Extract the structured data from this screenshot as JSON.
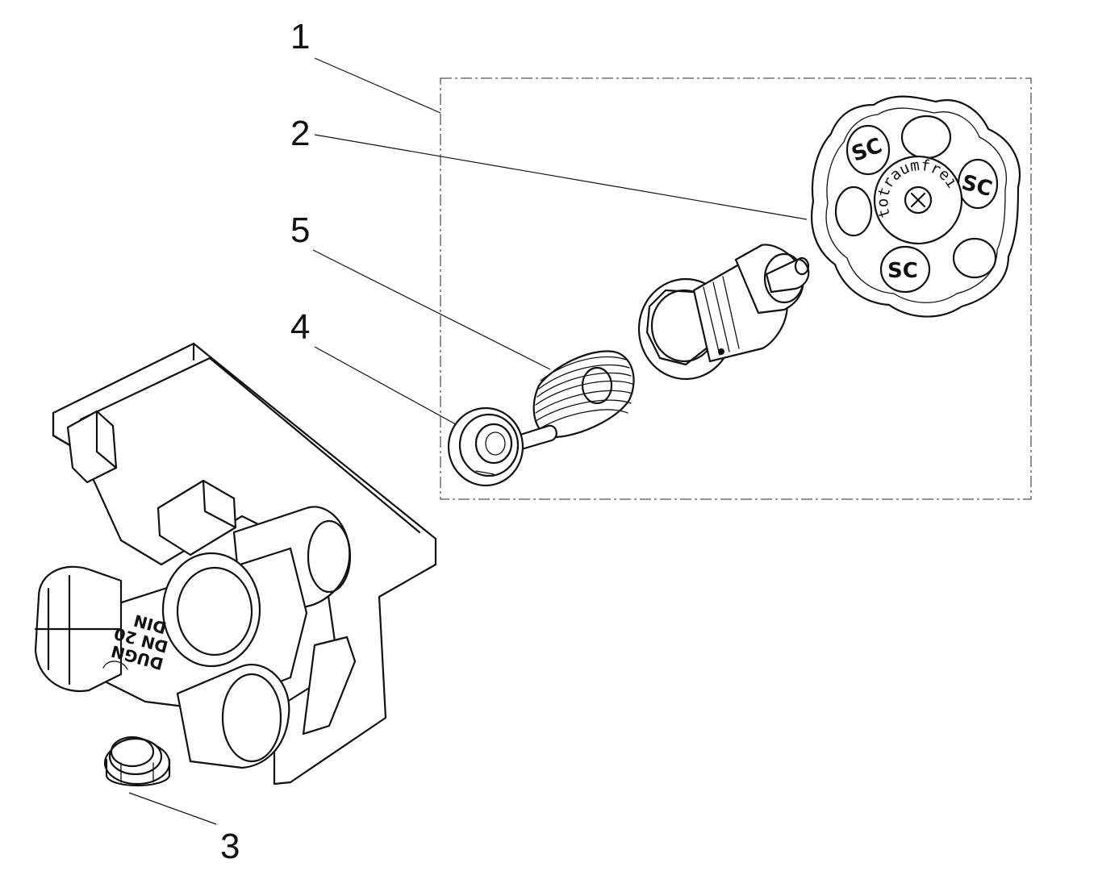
{
  "callouts": [
    {
      "label": "1"
    },
    {
      "label": "2"
    },
    {
      "label": "5"
    },
    {
      "label": "4"
    },
    {
      "label": "3"
    }
  ],
  "body_marking": {
    "line1": "DUGN",
    "line2": "DN 20",
    "line3": "DIN"
  },
  "handwheel_marking": "totraumfrei",
  "handwheel_logo": "SC"
}
